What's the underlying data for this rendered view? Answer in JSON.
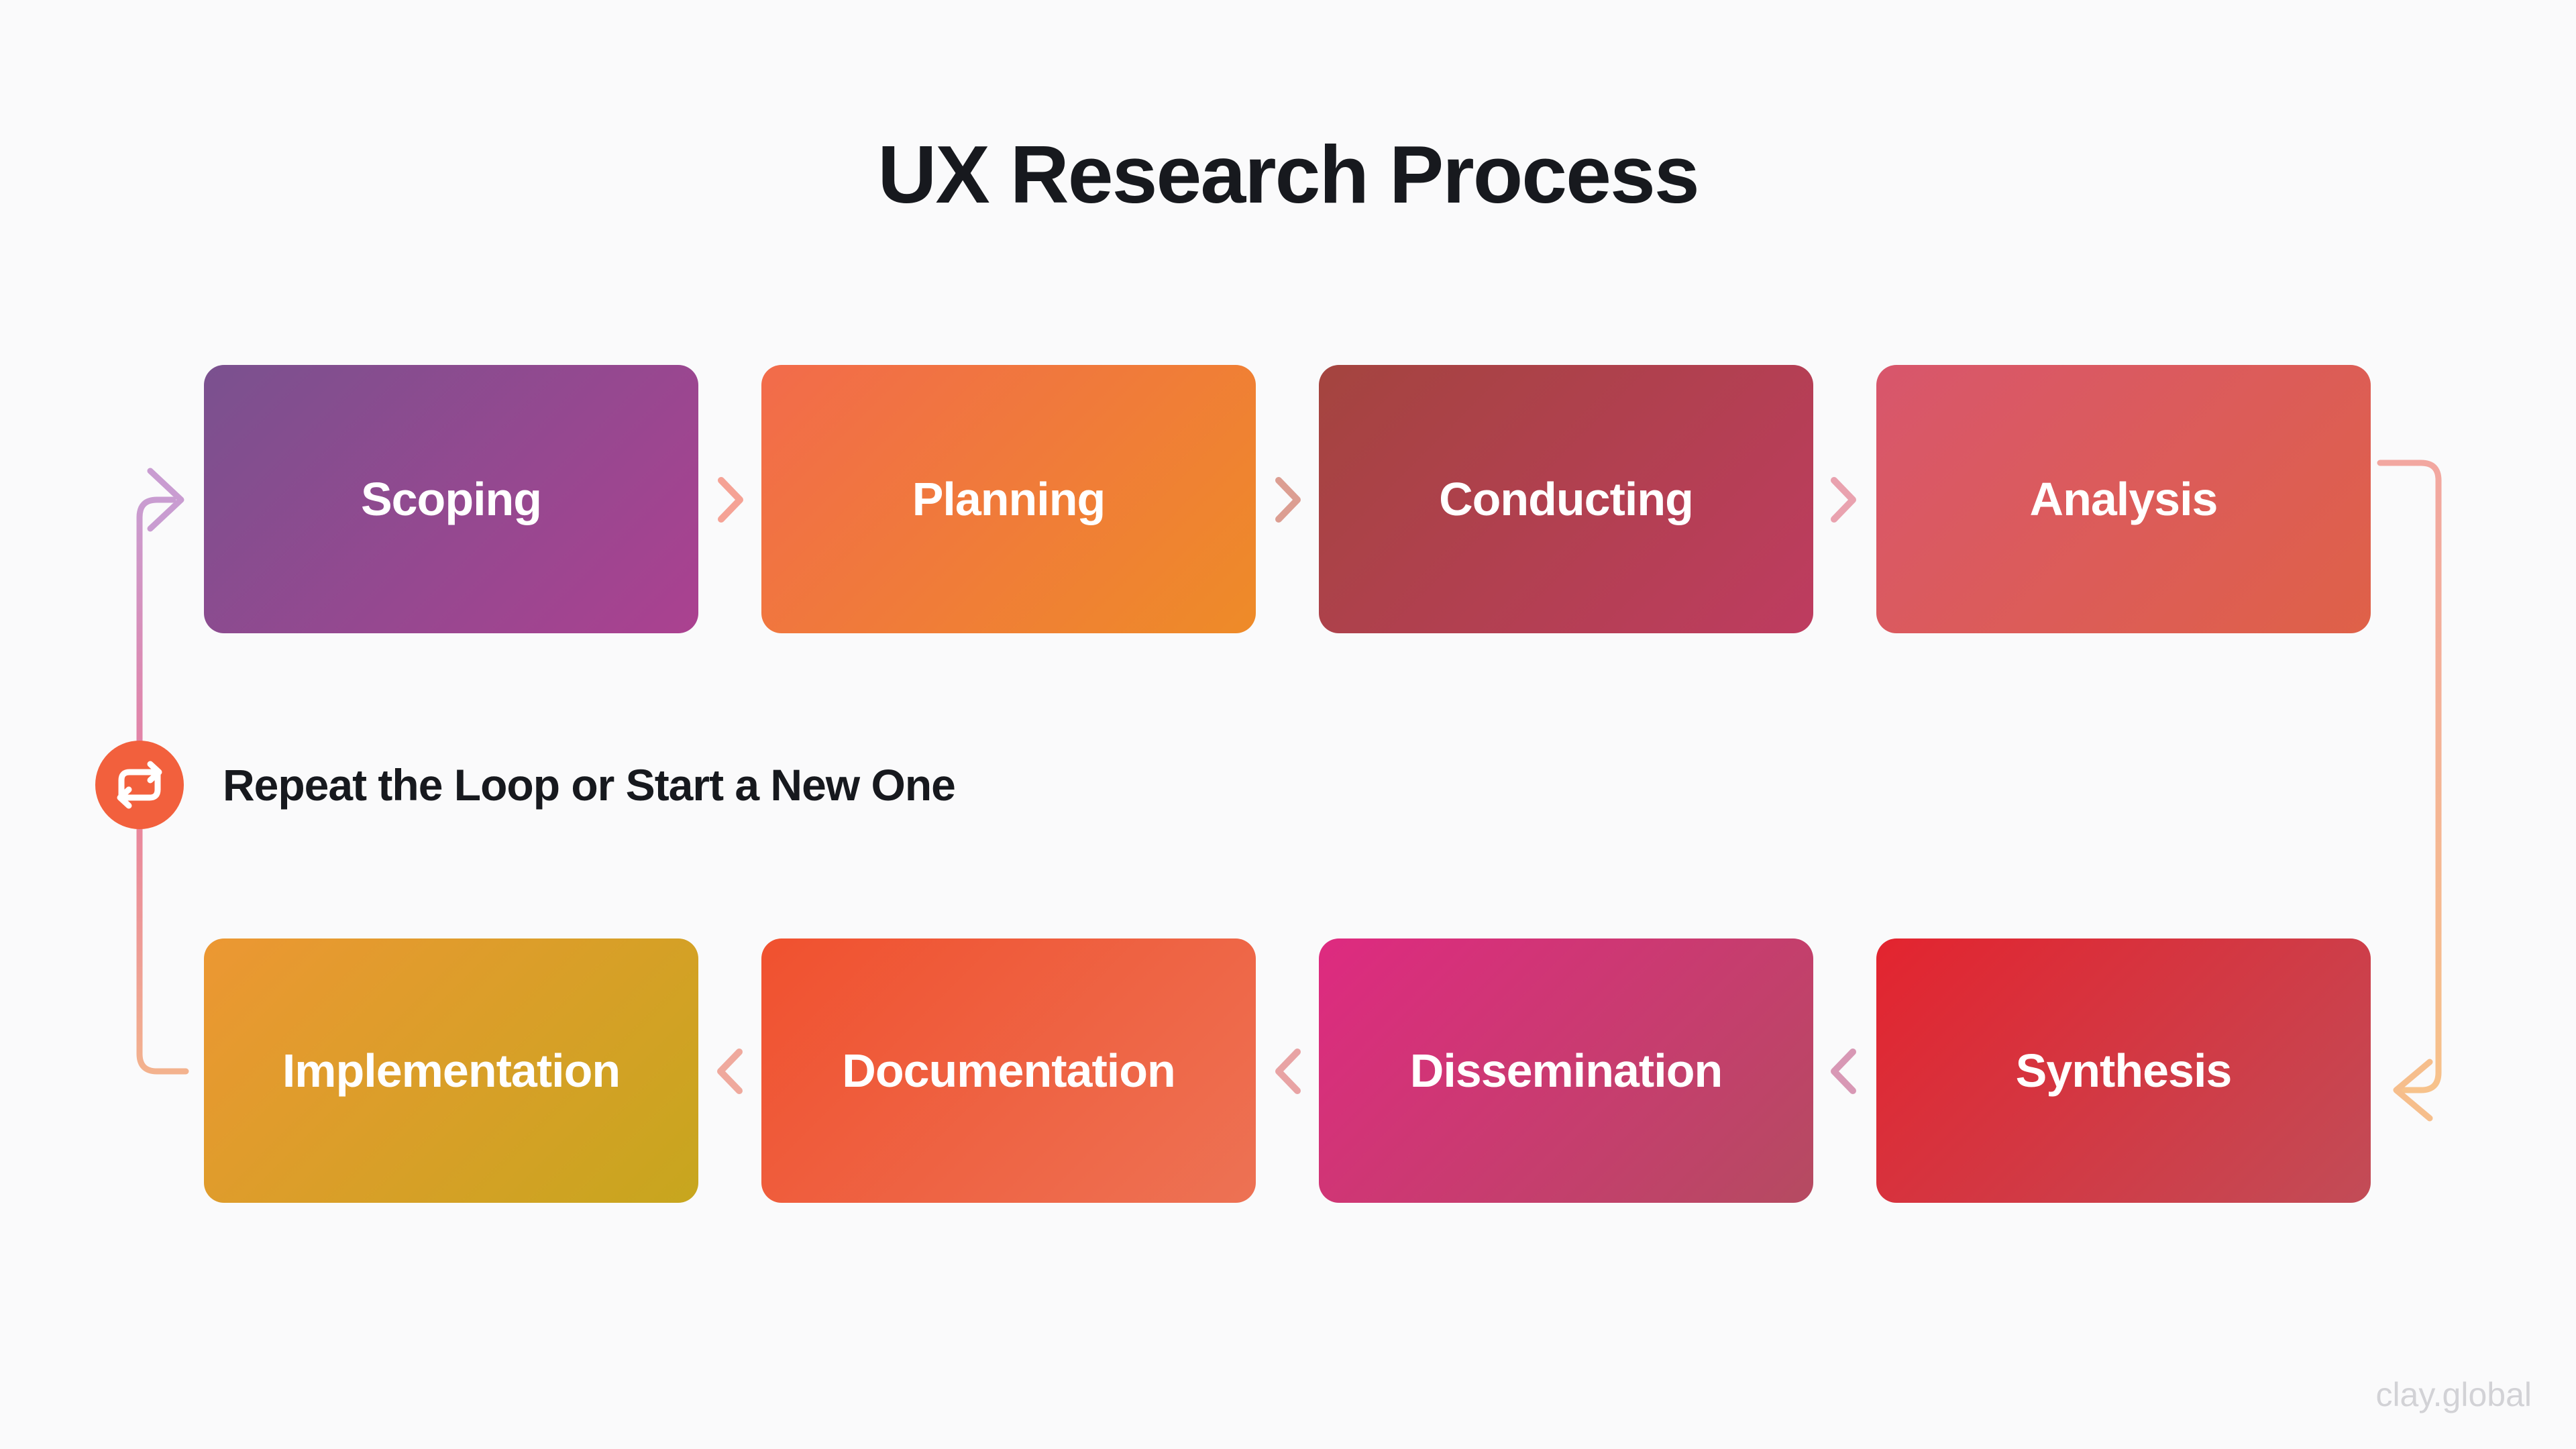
{
  "title": "UX Research Process",
  "watermark": "clay.global",
  "background": "#FAFAFB",
  "text_color": "#17191E",
  "loop": {
    "label": "Repeat the Loop or Start a New One",
    "icon": "repeat-icon",
    "circle_color": "#F2603D",
    "icon_color": "#FFFFFF"
  },
  "steps": [
    {
      "label": "Scoping",
      "row": "top",
      "gradient": [
        "#7A518F",
        "#AB4190"
      ]
    },
    {
      "label": "Planning",
      "row": "top",
      "gradient": [
        "#F26B4B",
        "#EE8B28"
      ]
    },
    {
      "label": "Conducting",
      "row": "top",
      "gradient": [
        "#A4443F",
        "#BE3C60"
      ]
    },
    {
      "label": "Analysis",
      "row": "top",
      "gradient": [
        "#D8566C",
        "#DF6148"
      ]
    },
    {
      "label": "Implementation",
      "row": "bottom",
      "gradient": [
        "#EC9733",
        "#C7A61E"
      ]
    },
    {
      "label": "Documentation",
      "row": "bottom",
      "gradient": [
        "#F0512F",
        "#ED7254"
      ]
    },
    {
      "label": "Dissemination",
      "row": "bottom",
      "gradient": [
        "#DE2A80",
        "#B54B61"
      ]
    },
    {
      "label": "Synthesis",
      "row": "bottom",
      "gradient": [
        "#E3242F",
        "#C24C57"
      ]
    }
  ],
  "chevrons": {
    "top": [
      {
        "icon": "chevron-right-icon",
        "color": "#F5A295"
      },
      {
        "icon": "chevron-right-icon",
        "color": "#DC9E92"
      },
      {
        "icon": "chevron-right-icon",
        "color": "#E9A2AF"
      }
    ],
    "bottom": [
      {
        "icon": "chevron-left-icon",
        "color": "#EFA99D"
      },
      {
        "icon": "chevron-left-icon",
        "color": "#E8A3A4"
      },
      {
        "icon": "chevron-left-icon",
        "color": "#D898B5"
      }
    ]
  },
  "connectors": {
    "left": {
      "route": "implementation-to-scoping",
      "stops": [
        "#C99CD1",
        "#E77F9F",
        "#F3B28E"
      ],
      "arrow_color": "#C99CD1"
    },
    "right": {
      "route": "analysis-to-synthesis",
      "stops": [
        "#F2A7A0",
        "#F7C28B"
      ],
      "arrow_color": "#F6BE8C"
    }
  }
}
